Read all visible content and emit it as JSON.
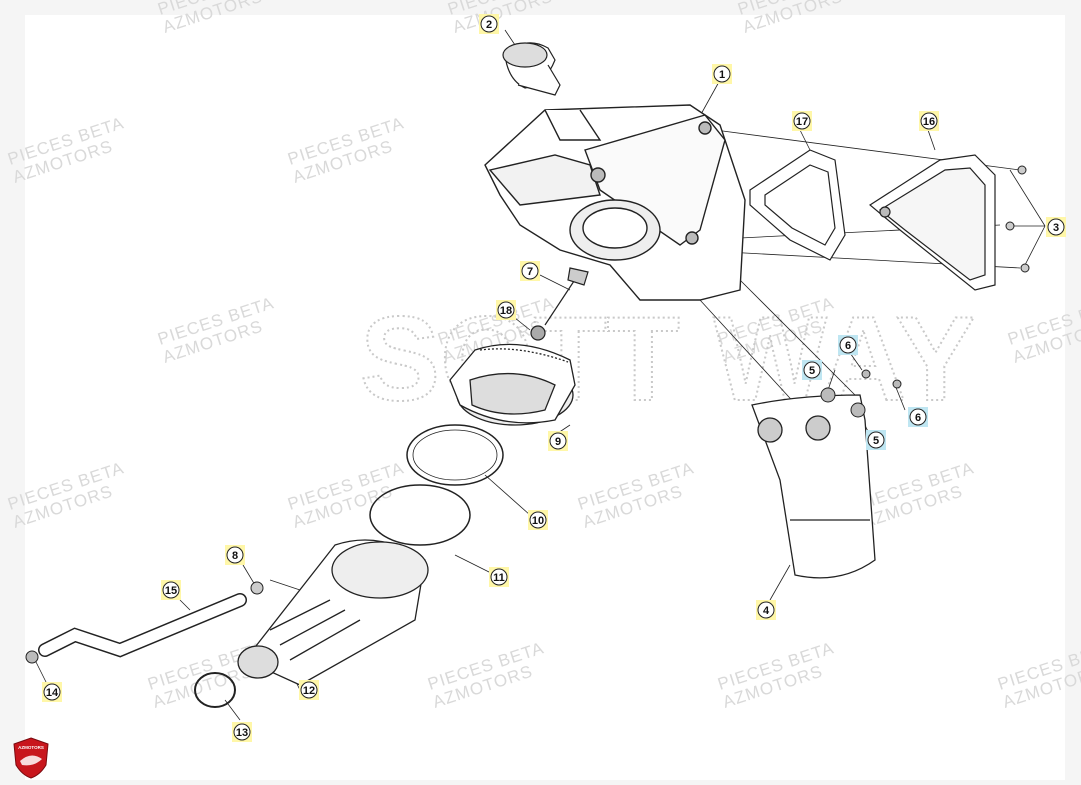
{
  "diagram": {
    "watermark_line1": "PIECES BETA",
    "watermark_line2": "AZMOTORS",
    "brand_big_text": "SOTT WAY",
    "logo_text": "AZMOTORS",
    "callouts": [
      {
        "num": "1",
        "color": "#fff7a8"
      },
      {
        "num": "2",
        "color": "#fff7a8"
      },
      {
        "num": "3",
        "color": "#fff7a8"
      },
      {
        "num": "4",
        "color": "#fff7a8"
      },
      {
        "num": "5",
        "color": "#bfe6f2"
      },
      {
        "num": "5",
        "color": "#bfe6f2"
      },
      {
        "num": "6",
        "color": "#bfe6f2"
      },
      {
        "num": "6",
        "color": "#bfe6f2"
      },
      {
        "num": "7",
        "color": "#fff7a8"
      },
      {
        "num": "8",
        "color": "#fff7a8"
      },
      {
        "num": "9",
        "color": "#fff7a8"
      },
      {
        "num": "10",
        "color": "#fff7a8"
      },
      {
        "num": "11",
        "color": "#fff7a8"
      },
      {
        "num": "12",
        "color": "#fff7a8"
      },
      {
        "num": "13",
        "color": "#fff7a8"
      },
      {
        "num": "14",
        "color": "#fff7a8"
      },
      {
        "num": "15",
        "color": "#fff7a8"
      },
      {
        "num": "16",
        "color": "#fff7a8"
      },
      {
        "num": "17",
        "color": "#fff7a8"
      },
      {
        "num": "18",
        "color": "#fff7a8"
      }
    ]
  }
}
